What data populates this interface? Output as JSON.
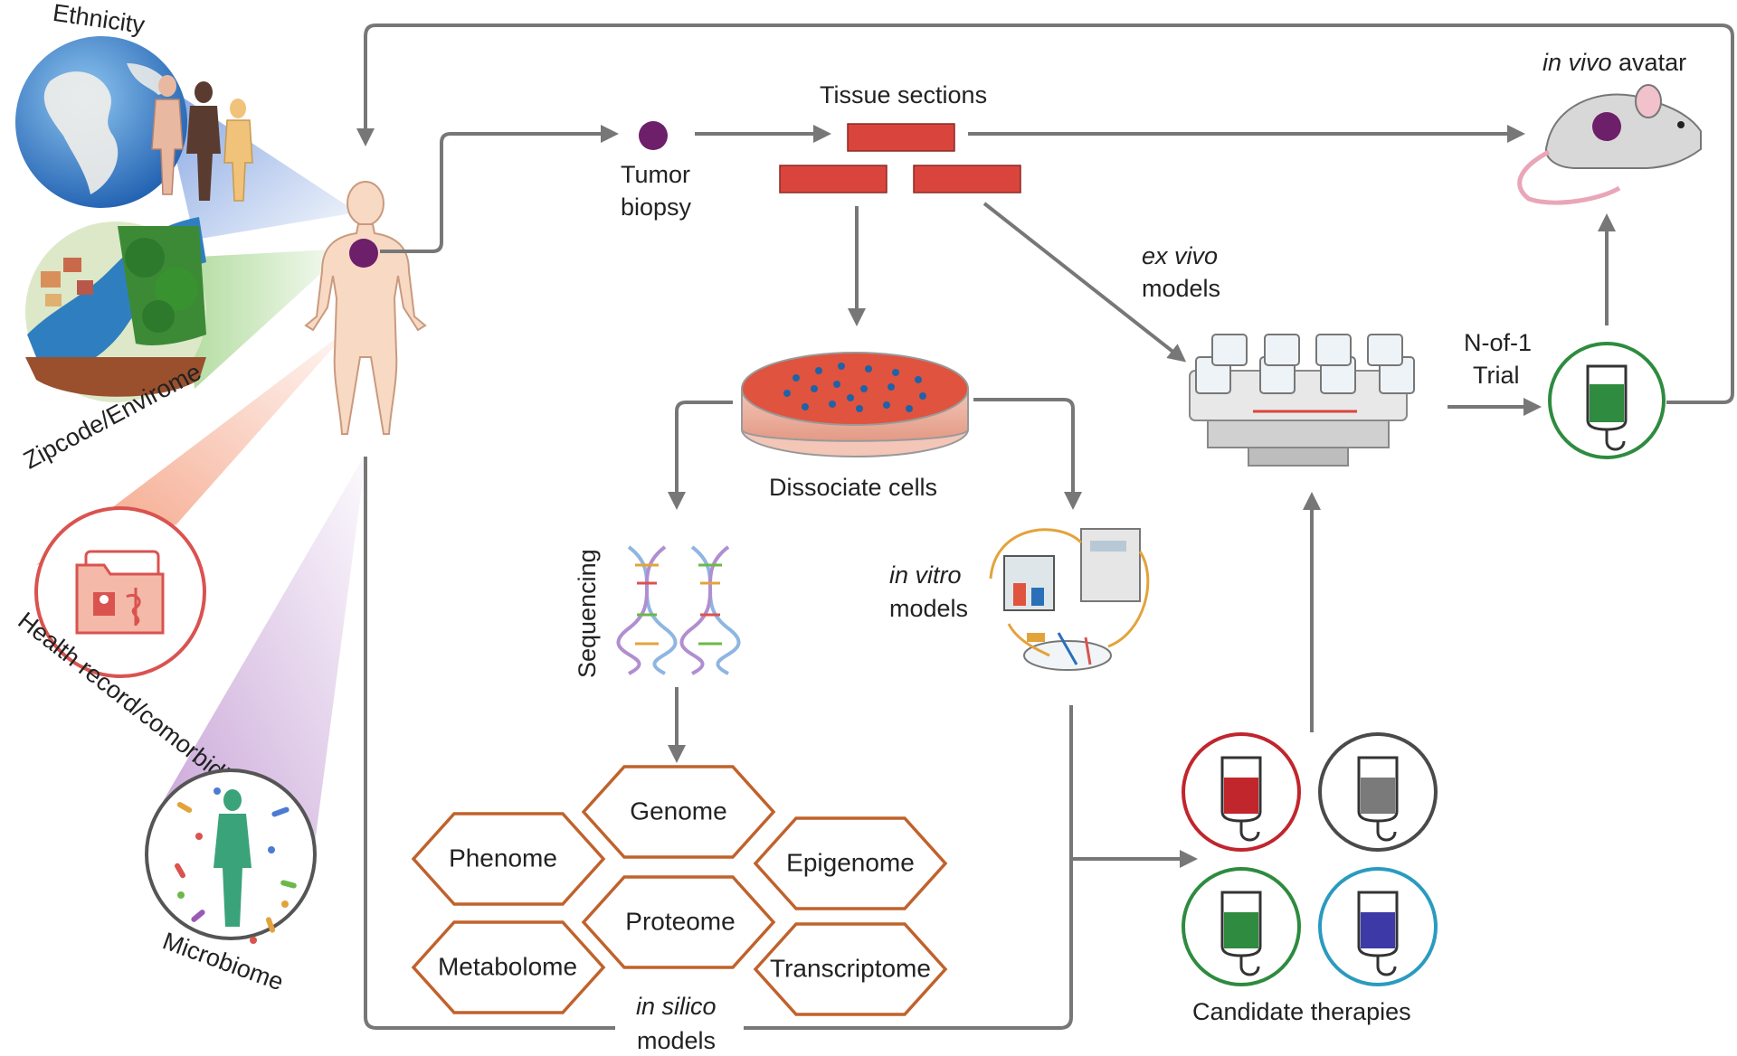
{
  "left_factors": {
    "ethnicity": "Ethnicity",
    "zipcode": "Zipcode/Envirome",
    "health_record": "Health record/comorbidity",
    "microbiome": "Microbiome"
  },
  "biopsy": {
    "line1": "Tumor",
    "line2": "biopsy"
  },
  "tissue_sections": "Tissue sections",
  "in_vivo": {
    "italic": "in vivo",
    "rest": " avatar"
  },
  "ex_vivo": {
    "line1": "ex vivo",
    "line2": "models"
  },
  "nof1": {
    "line1": "N-of-1",
    "line2": "Trial"
  },
  "dissociate": "Dissociate cells",
  "sequencing": "Sequencing",
  "in_vitro": {
    "line1": "in vitro",
    "line2": "models"
  },
  "omics": {
    "genome": "Genome",
    "phenome": "Phenome",
    "epigenome": "Epigenome",
    "proteome": "Proteome",
    "metabolome": "Metabolome",
    "transcriptome": "Transcriptome"
  },
  "in_silico": {
    "line1": "in silico",
    "line2": "models"
  },
  "candidate_therapies": "Candidate therapies",
  "colors": {
    "arrow": "#777777",
    "hex_outline": "#c0622c",
    "tissue": "#d9453c",
    "tumor": "#6d1f6a",
    "therapy_red": "#c0262c",
    "therapy_gray": "#4a4a4a",
    "therapy_green": "#2e8b3f",
    "therapy_blue": "#2a9bbf"
  }
}
